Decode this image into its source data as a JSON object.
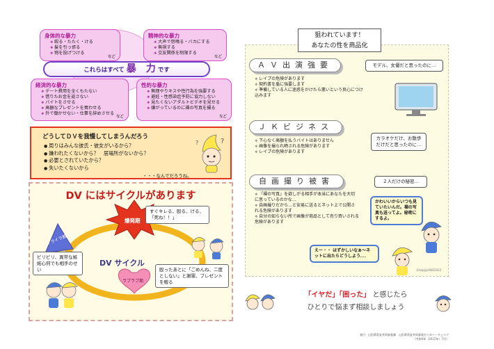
{
  "abuse_types": {
    "physical": {
      "title": "身体的な暴力",
      "items": [
        "殴る・たたく・ける",
        "髪を引っ張る",
        "物を投げつける"
      ],
      "etc": "など"
    },
    "mental": {
      "title": "精神的な暴力",
      "items": [
        "大声で怒鳴る・バカにする",
        "無視する",
        "交友関係を制限する"
      ],
      "etc": "など"
    },
    "economic": {
      "title": "経済的な暴力",
      "items": [
        "デート費用を全くもたない",
        "借りたお金を返さない",
        "バイトをさせる",
        "高額なプレゼントを買わせる",
        "外で働かせない・仕事を辞めさせる"
      ],
      "etc": "など"
    },
    "sexual": {
      "title": "性的な暴力",
      "items": [
        "無理やりキスや性行為を強要する",
        "避妊・性感染症予防に協力しない",
        "見たくないアダルトビデオを見せる",
        "嫌がっているのに裸の写真を撮る"
      ],
      "etc": "など"
    },
    "banner_pre": "これらはすべて",
    "banner_big": "暴　力",
    "banner_post": "です"
  },
  "dv_reasons": {
    "title": "どうしてＤＶを我慢してしまうんだろう",
    "items": [
      "周りはみんな彼氏・彼女がいるから？",
      "嫌われたくないから？　居場所がないから？",
      "必要とされていたから？",
      "失いたくないから"
    ],
    "ending": "・・・なんでだろうね。"
  },
  "cycle": {
    "title": "DV にはサイクルがあります",
    "label_center": "DV サイクル",
    "explosion": "爆発期",
    "tension": "イライラ期",
    "honeymoon": "ラブラブ期",
    "bubble_explosion": "すぐキレる、殴る、ける、「死ね！！」",
    "bubble_tension": "ピリピリ、異常な嫉妬心何でも相手のせい",
    "bubble_honeymoon": "殴ったあとに「ごめんね、二度としない」と謝罪、プレゼントを贈る"
  },
  "warning": {
    "heading_line1": "狙われています！",
    "heading_line2": "あなたの性を商品化",
    "av": {
      "label": "ＡＶ出演強要",
      "items": [
        "レイプの危険があります",
        "契約書を盾に強要します",
        "準備している人に迷惑をかけたら悪いという良心につけ込みます"
      ],
      "bubble": "モデル、女優だと思ったのに…"
    },
    "jk": {
      "label": "ＪＫビジネス",
      "items": [
        "下心なく高額を払うバイトはありません",
        "画像を撮られ晒される危険があります",
        "レイプの危険があります"
      ],
      "bubble": "カラオケだけ、お散歩だけだと思ったのに…"
    },
    "selfie": {
      "label": "自画撮り被害",
      "items": [
        "『裸の写真』を欲しがる相手が本当にあなたを大切に思っているのかな…",
        "自画撮りだから…と安易に送るとネット上で公開される危険があります",
        "自分の知らない所で画像が商品として売り買いされる危険があります"
      ],
      "bubble": "２人だけの秘密…",
      "bubble_blue_1": "かわいいからいつも見ていたいんだ。裸の写真も送ってよ。秘密にするよ。",
      "bubble_blue_2": "えー・・ はずかしいなぁ～ネットに出たらどうしよう．．．"
    },
    "credit": "©hoppyUNIE2022"
  },
  "cta": {
    "q1": "「イヤだ」",
    "q2": "「困った」",
    "line1_post": "と感じたら",
    "line2": "ひとりで悩まず相談しましょう"
  },
  "footer": {
    "line1": "発行：山形県男女共同参画課　山形県男女共同参画センター・チェリア",
    "line2": "［令和4年（2022年）7月］"
  }
}
